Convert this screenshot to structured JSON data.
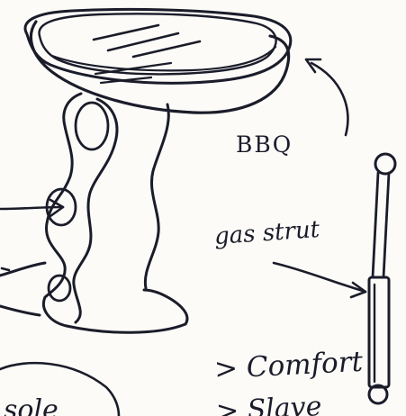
{
  "sketch": {
    "ink_color": "#1a1c2a",
    "paper_color": "#fcfbf7",
    "labels": {
      "bbq": "BBQ",
      "gas_strut": "gas strut",
      "comfort": "> Comfort",
      "slave": "> Slave",
      "bottom_left_fragment": "sole"
    },
    "drawings": {
      "bbq_grill_top": "bbq-grill-drawing",
      "stand": "wavy-stand-drawing",
      "strut": "gas-strut-drawing"
    }
  }
}
